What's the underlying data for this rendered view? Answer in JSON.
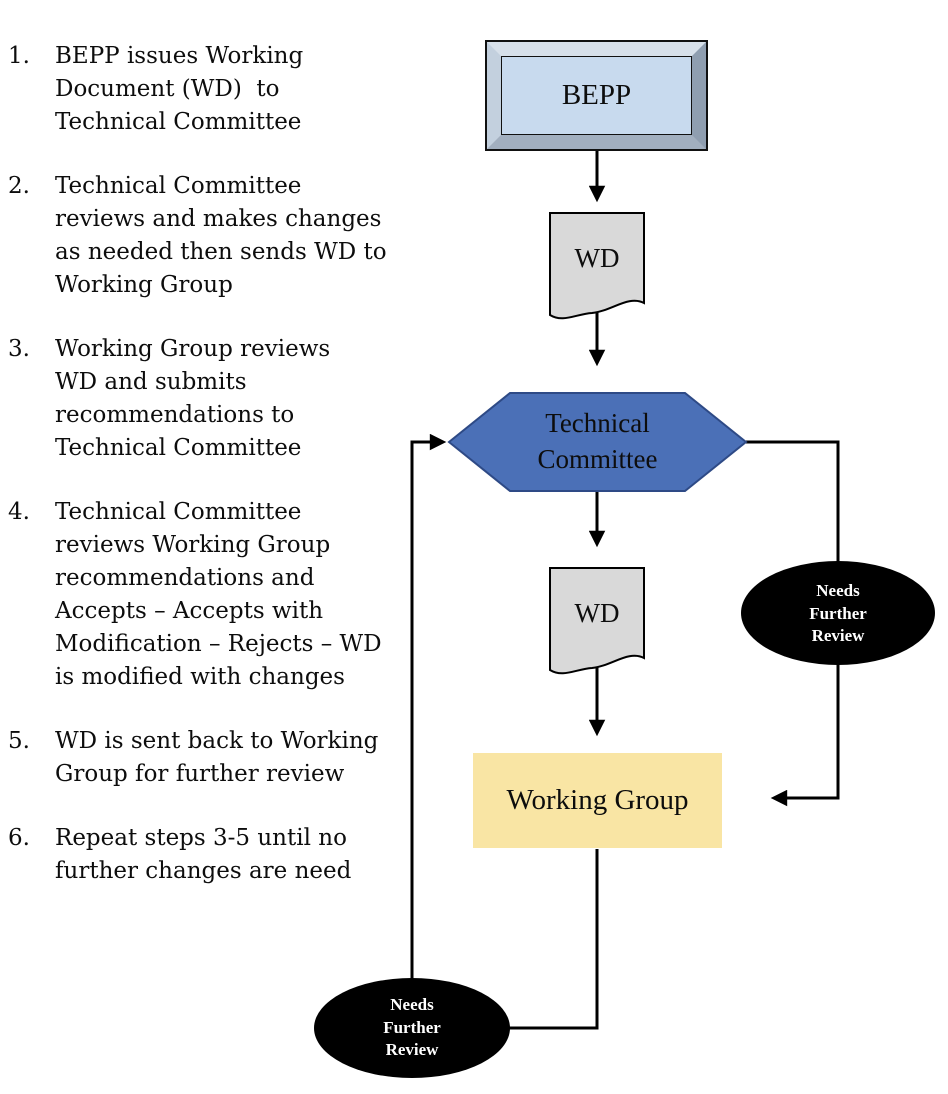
{
  "steps": [
    {
      "num": "1.",
      "text": "BEPP issues Working\nDocument (WD)  to\nTechnical Committee"
    },
    {
      "num": "2.",
      "text": "Technical Committee\nreviews and makes changes\nas needed then sends WD to\nWorking Group"
    },
    {
      "num": "3.",
      "text": "Working Group reviews\nWD and submits\nrecommendations to\nTechnical Committee"
    },
    {
      "num": "4.",
      "text": "Technical Committee\nreviews Working Group\nrecommendations and\nAccepts – Accepts with\nModification – Rejects – WD\nis modified with changes"
    },
    {
      "num": "5.",
      "text": "WD is sent back to Working\nGroup for further review"
    },
    {
      "num": "6.",
      "text": "Repeat steps 3-5 until no\nfurther changes are need"
    }
  ],
  "flowchart": {
    "bepp_label": "BEPP",
    "wd1_label": "WD",
    "technical_committee_label": "Technical\nCommittee",
    "wd2_label": "WD",
    "working_group_label": "Working Group",
    "needs_further_review_right": "Needs\nFurther\nReview",
    "needs_further_review_bottom": "Needs\nFurther\nReview",
    "colors": {
      "bepp_face": "#c8daee",
      "bepp_bevel_top": "#d7e0ea",
      "bepp_bevel_left": "#c3d0de",
      "bepp_bevel_right": "#8f9eb0",
      "bepp_bevel_bottom": "#a2afbf",
      "document_fill": "#d9d9d9",
      "document_stroke": "#000000",
      "hexagon_fill": "#4b70b7",
      "hexagon_stroke": "#2e4a86",
      "working_group_fill": "#f9e5a4",
      "ellipse_fill": "#000000",
      "ellipse_text": "#ffffff",
      "connector": "#000000"
    }
  }
}
